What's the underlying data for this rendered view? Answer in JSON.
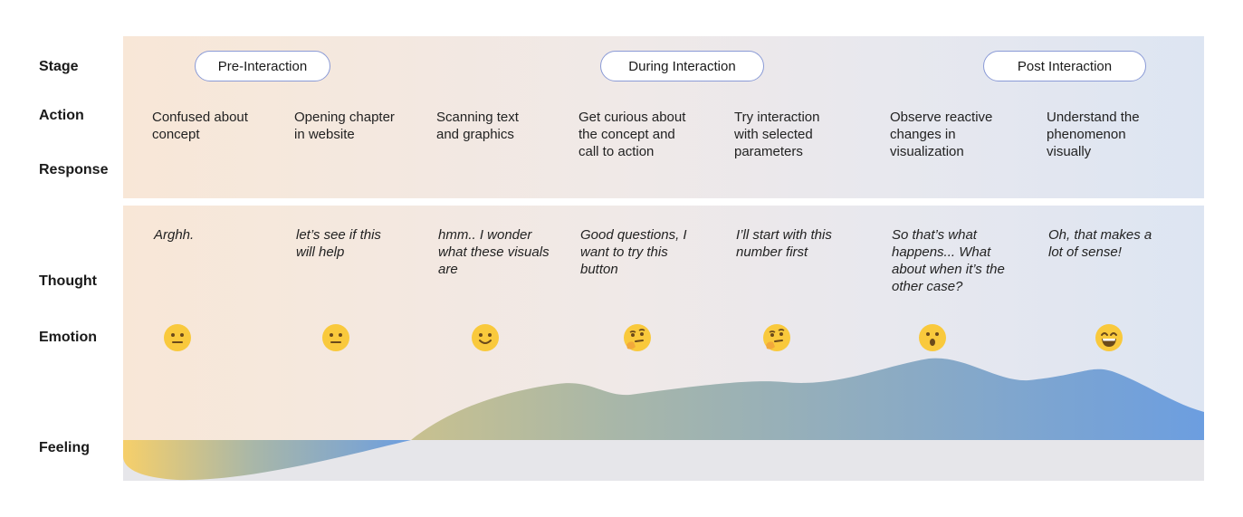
{
  "row_labels": {
    "stage": "Stage",
    "action": "Action",
    "response": "Response",
    "thought": "Thought",
    "emotion": "Emotion",
    "feeling": "Feeling"
  },
  "stages": [
    {
      "label": "Pre-Interaction"
    },
    {
      "label": "During Interaction"
    },
    {
      "label": "Post Interaction"
    }
  ],
  "steps": [
    {
      "action": "Confused about\nconcept",
      "thought": "Arghh.",
      "emotion": "neutral-face-icon"
    },
    {
      "action": "Opening chapter\nin website",
      "thought": "let’s see if this\nwill help",
      "emotion": "neutral-face-icon"
    },
    {
      "action": "Scanning text\nand graphics",
      "thought": "hmm.. I wonder\nwhat these visuals\nare",
      "emotion": "slight-smile-icon"
    },
    {
      "action": "Get curious about\nthe concept and\ncall to action",
      "thought": "Good questions, I\nwant to try this\nbutton",
      "emotion": "thinking-face-icon"
    },
    {
      "action": "Try interaction\nwith selected\nparameters",
      "thought": "I’ll start with this\nnumber first",
      "emotion": "thinking-face-icon"
    },
    {
      "action": "Observe reactive\nchanges in\nvisualization",
      "thought": "So that’s what\nhappens... What\nabout when it’s the\nother case?",
      "emotion": "surprised-face-icon"
    },
    {
      "action": "Understand the\nphenomenon\nvisually",
      "thought": "Oh, that makes a\nlot of sense!",
      "emotion": "grinning-face-icon"
    }
  ],
  "colors": {
    "pill_border": "#8a9ad6",
    "curve_start": "#f6cf6a",
    "curve_mid": "#a9b7a8",
    "curve_end": "#6c9ee0",
    "emoji_face": "#f9c93c",
    "emoji_feature": "#6b4a1b"
  }
}
